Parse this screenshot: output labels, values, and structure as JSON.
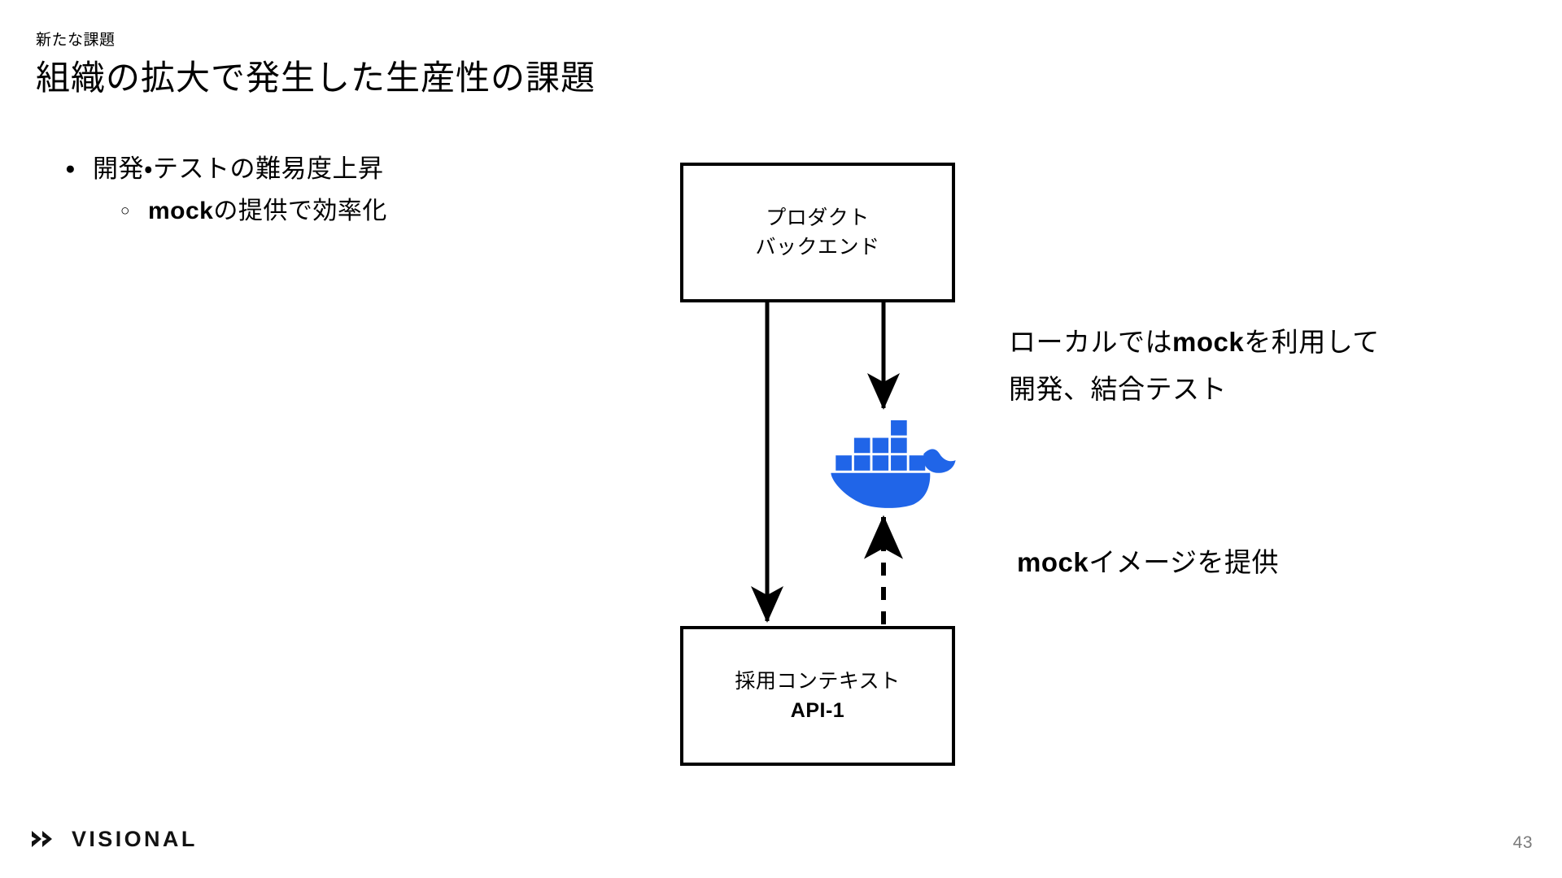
{
  "slide": {
    "eyebrow": "新たな課題",
    "title": "組織の拡大で発生した生産性の課題",
    "page_number": "43",
    "background_color": "#ffffff",
    "text_color": "#000000"
  },
  "bullets": [
    {
      "level": 1,
      "marker": "●",
      "text": "開発・テストの難易度上昇"
    },
    {
      "level": 2,
      "marker": "○",
      "text_bold": "mock",
      "text_rest": "の提供で効率化"
    }
  ],
  "diagram": {
    "type": "flow",
    "nodes": [
      {
        "id": "backend",
        "line1": "プロダクト",
        "line2": "バックエンド",
        "bold_line2": false
      },
      {
        "id": "api",
        "line1": "採用コンテキスト",
        "line2": "API-1",
        "bold_line2": true
      }
    ],
    "logo": {
      "name": "docker-whale",
      "color": "#2065E8"
    },
    "edges": [
      {
        "from": "backend",
        "to": "api",
        "style": "solid",
        "direction": "down"
      },
      {
        "from": "backend",
        "to": "docker-whale",
        "style": "solid",
        "direction": "down"
      },
      {
        "from": "api",
        "to": "docker-whale",
        "style": "dashed",
        "direction": "up"
      }
    ],
    "annotations": [
      {
        "id": "local-mock",
        "line1_pre": "ローカルでは",
        "line1_bold": "mock",
        "line1_post": "を利用して",
        "line2": "開発、結合テスト"
      },
      {
        "id": "mock-image",
        "bold": "mock",
        "rest": "イメージを提供"
      }
    ]
  },
  "footer": {
    "brand": "VISIONAL",
    "chevron_icon": "double-chevron-right"
  }
}
